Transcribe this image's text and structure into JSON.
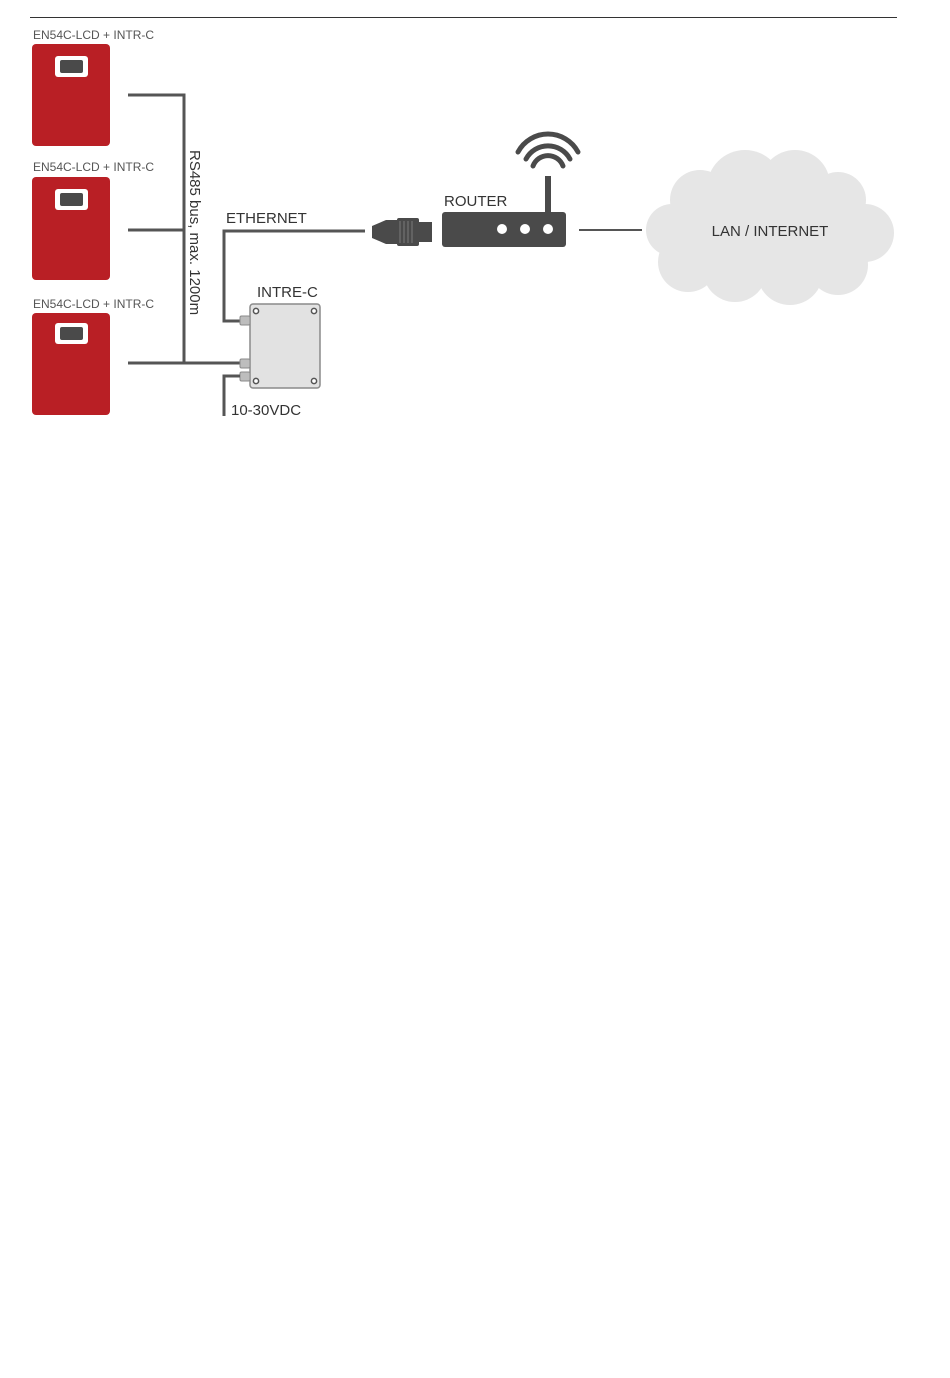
{
  "panels": [
    {
      "label": "EN54C-LCD + INTR-C"
    },
    {
      "label": "EN54C-LCD + INTR-C"
    },
    {
      "label": "EN54C-LCD + INTR-C"
    }
  ],
  "bus_label": "RS485 bus, max. 1200m",
  "ethernet_label": "ETHERNET",
  "router_label": "ROUTER",
  "module_label": "INTRE-C",
  "power_label": "10-30VDC",
  "cloud_label": "LAN / INTERNET",
  "colors": {
    "panel_red": "#b91f25",
    "wire_gray": "#555555",
    "router_dark": "#4a4a4a",
    "cloud_gray": "#e6e6e6",
    "module_gray": "#e2e2e2"
  }
}
